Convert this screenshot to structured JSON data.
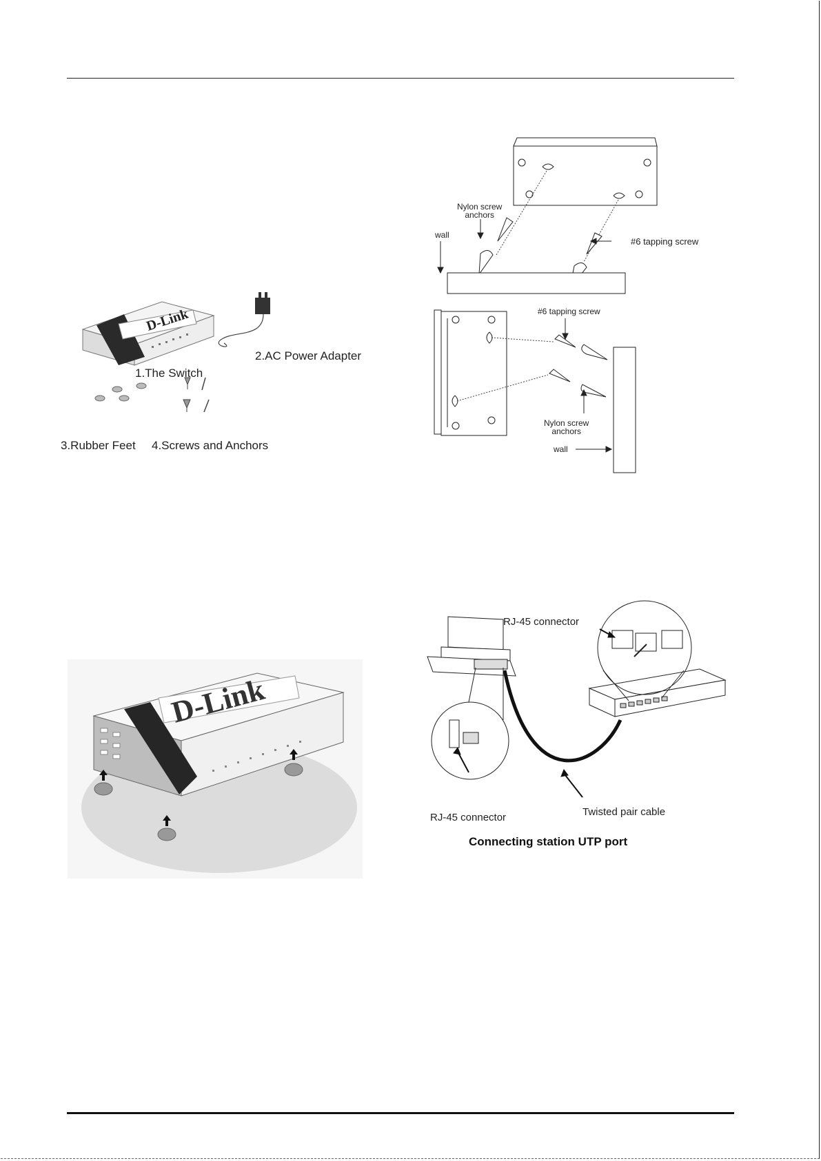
{
  "package_contents": {
    "switch_label": "1.The Switch",
    "adapter_label": "2.AC Power Adapter",
    "feet_label": "3.Rubber Feet",
    "screws_label": "4.Screws and Anchors",
    "brand_text": "D-Link"
  },
  "wall_mount": {
    "top": {
      "anchors_label": "Nylon screw\nanchors",
      "wall_label": "wall",
      "screw_label": "#6 tapping screw"
    },
    "side": {
      "screw_label": "#6 tapping screw",
      "anchors_label": "Nylon screw\nanchors",
      "wall_label": "wall"
    }
  },
  "desktop_install": {
    "brand_text": "D-Link"
  },
  "connection": {
    "top_connector_label": "RJ-45 connector",
    "bottom_connector_label": "RJ-45 connector",
    "cable_label": "Twisted pair cable",
    "caption": "Connecting station UTP port"
  }
}
